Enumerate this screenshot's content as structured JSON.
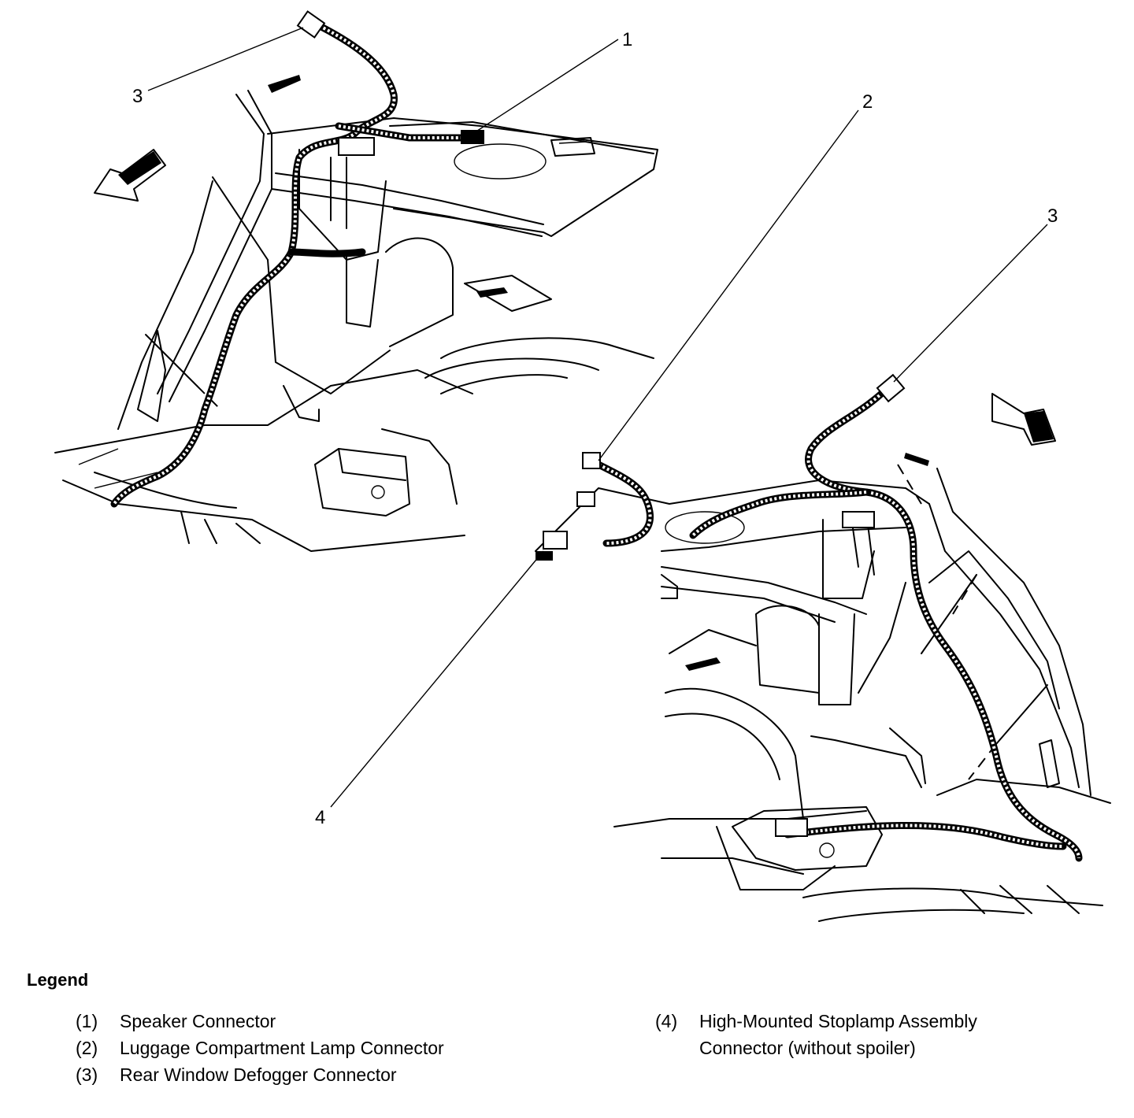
{
  "callouts": {
    "c1": "1",
    "c2": "2",
    "c3_left": "3",
    "c3_right": "3",
    "c4": "4"
  },
  "legend": {
    "title": "Legend",
    "items": [
      {
        "num": "(1)",
        "text": "Speaker Connector"
      },
      {
        "num": "(2)",
        "text": "Luggage Compartment Lamp Connector"
      },
      {
        "num": "(3)",
        "text": "Rear Window Defogger Connector"
      },
      {
        "num": "(4)",
        "text": "High-Mounted Stoplamp Assembly",
        "text2": "Connector (without spoiler)"
      }
    ]
  }
}
